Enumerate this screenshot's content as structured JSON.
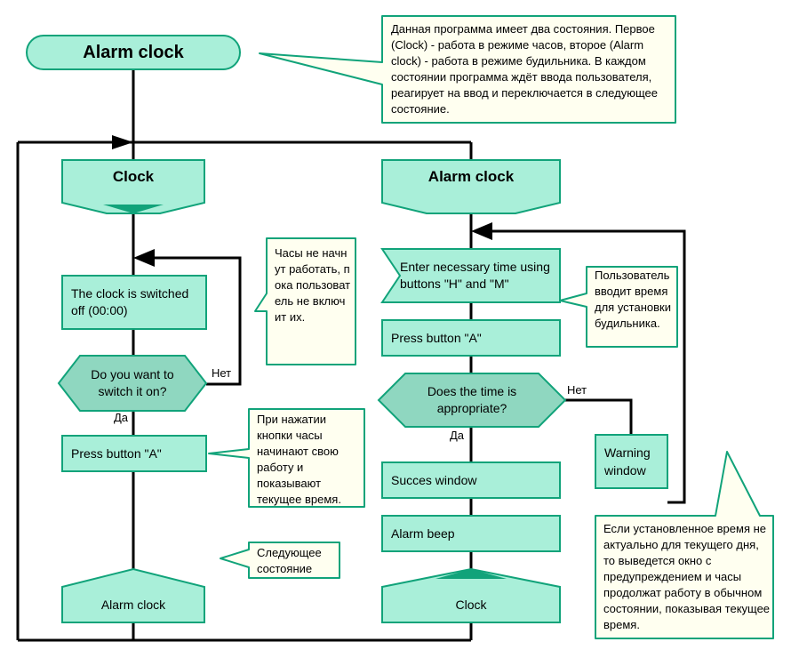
{
  "title": "Alarm clock",
  "colors": {
    "fill": "#a9efd9",
    "fill_dark": "#8fd7c0",
    "stroke": "#11a37a",
    "note_bg": "#fffff0",
    "line": "#000000"
  },
  "notes": {
    "intro": "Данная программа имеет два состояния. Первое (Clock) - работа в режиме часов, второе (Alarm clock) - работа в режиме будильника. В каждом состоянии программа ждёт ввода пользователя, реагирует на ввод и переключается в следующее состояние.",
    "clock_off": "Часы не начнут работать, пока пользователь не включит их.",
    "press_a": "При нажатии кнопки часы начинают свою работу и показывают текущее время.",
    "next_state": "Следующее состояние",
    "user_input": "Пользователь вводит время для установки будильника.",
    "warning": "Если установленное время не актуально для текущего дня, то выведется окно с предупреждением и часы продолжат работу в обычном состоянии, показывая текущее время."
  },
  "left": {
    "header": "Clock",
    "switched_off": "The clock is switched off (00:00)",
    "question": "Do you want to switch it on?",
    "no": "Нет",
    "yes": "Да",
    "press": "Press button \"A\"",
    "end": "Alarm clock"
  },
  "right": {
    "header": "Alarm clock",
    "enter_time": "Enter necessary time using buttons \"H\" and \"M\"",
    "press": "Press button \"A\"",
    "question": "Does the time is appropriate?",
    "no": "Нет",
    "yes": "Да",
    "warning": "Warning window",
    "success": "Succes window",
    "beep": "Alarm beep",
    "end": "Clock"
  }
}
